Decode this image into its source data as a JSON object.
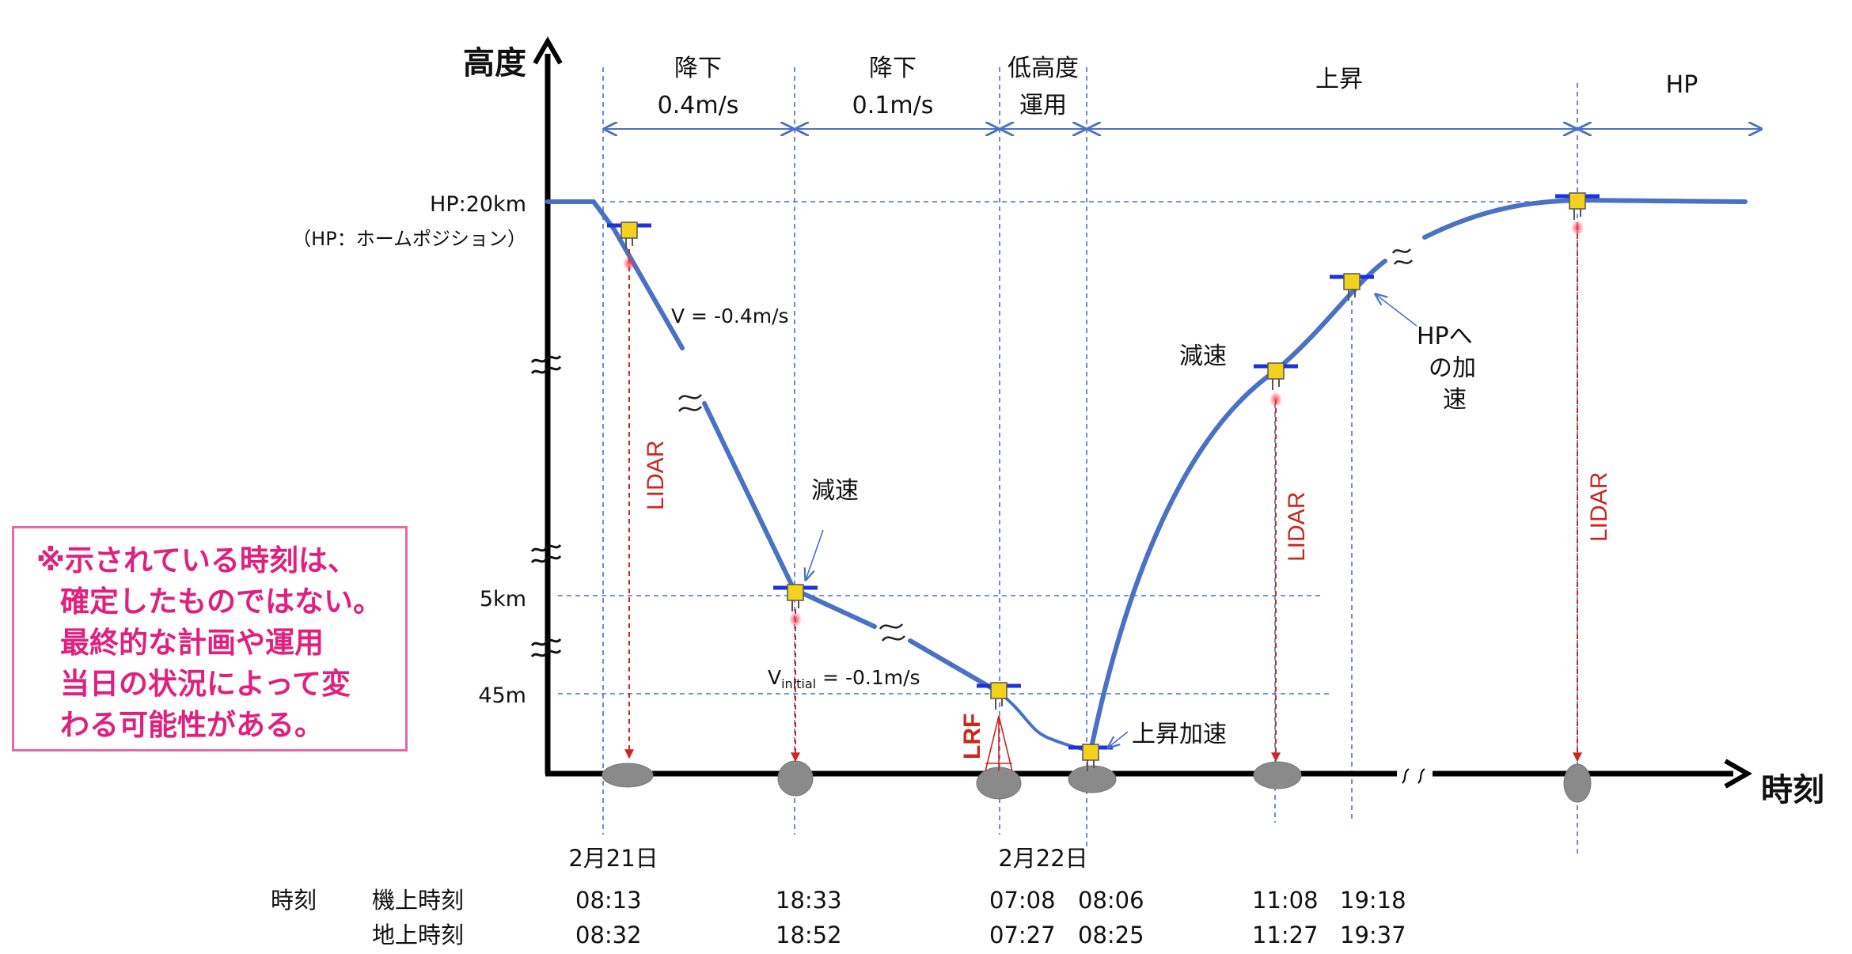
{
  "axes": {
    "y_label": "高度",
    "x_label": "時刻"
  },
  "phases": {
    "descent_fast": {
      "line1": "降下",
      "line2": "0.4m/s"
    },
    "descent_slow": {
      "line1": "降下",
      "line2": "0.1m/s"
    },
    "low_alt": {
      "line1": "低高度",
      "line2": "運用"
    },
    "ascent": {
      "label": "上昇"
    },
    "hp": {
      "label": "HP"
    }
  },
  "altitudes": {
    "hp": "HP:20km",
    "hp_note": "（HP：ホームポジション）",
    "km5": "5km",
    "m45": "45m"
  },
  "annotations": {
    "v_descent": "V = -0.4m/s",
    "v_initial_v": "V",
    "v_initial_sub": "initial",
    "v_initial_rest": " = -0.1m/s",
    "decel_1": "減速",
    "decel_2": "減速",
    "ascent_accel": "上昇加速",
    "hp_accel_1": "HPへ",
    "hp_accel_2": "の加",
    "hp_accel_3": "速",
    "lidar_1": "LIDAR",
    "lidar_2": "LIDAR",
    "lidar_3": "LIDAR",
    "lrf": "LRF",
    "wave": "≈"
  },
  "timeline": {
    "date_1": "2月21日",
    "date_2": "2月22日",
    "row_header": "時刻",
    "onboard_label": "機上時刻",
    "ground_label": "地上時刻",
    "onboard_times": [
      "08:13",
      "18:33",
      "07:08",
      "08:06",
      "11:08",
      "19:18"
    ],
    "ground_times": [
      "08:32",
      "18:52",
      "07:27",
      "08:25",
      "11:27",
      "19:37"
    ]
  },
  "note": {
    "line1": "※示されている時刻は、",
    "line2": "確定したものではない。",
    "line3": "最終的な計画や運用",
    "line4": "当日の状況によって変",
    "line5": "わる可能性がある。"
  },
  "colors": {
    "trajectory": "#4a72c4",
    "guide": "#4a72c4",
    "lidar": "#c8281e",
    "spacecraft": "#f2d21c",
    "solar_panel": "#1b33d9",
    "asteroid": "#8a8a8a",
    "note": "#e0207f"
  }
}
